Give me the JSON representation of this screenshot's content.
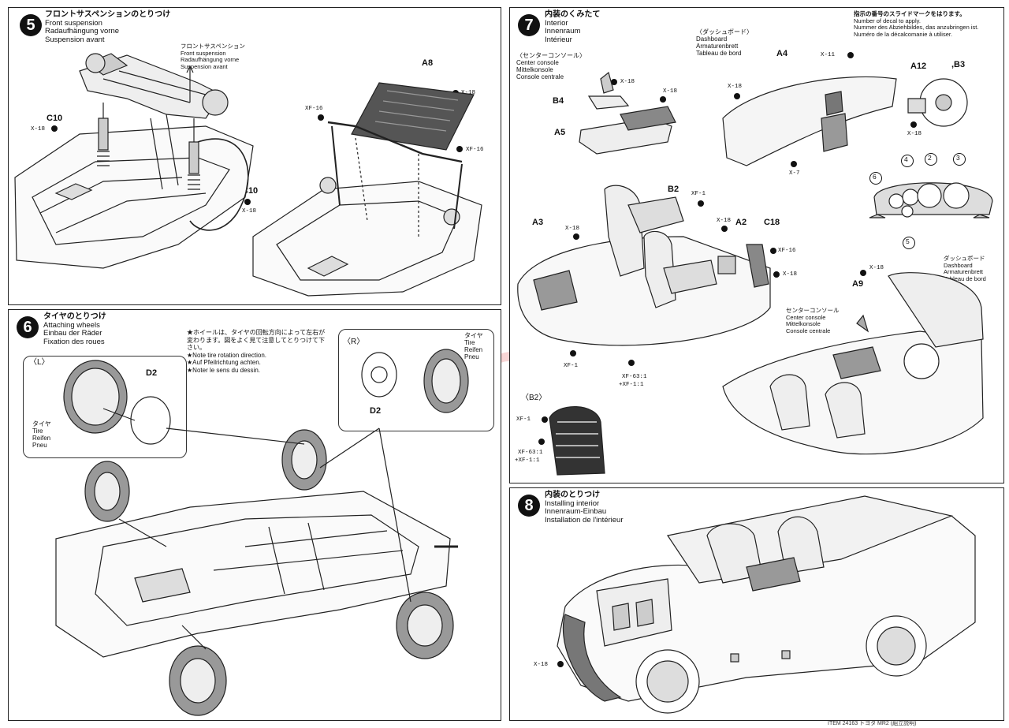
{
  "watermark": "modelartik.cz",
  "step5": {
    "number": "5",
    "title_jp": "フロントサスペンションのとりつけ",
    "title_en": "Front suspension",
    "title_de": "Radaufhängung vorne",
    "title_fr": "Suspension avant",
    "callout_jp": "フロントサスペンション",
    "callout_en": "Front suspension",
    "callout_de": "Radaufhängung vorne",
    "callout_fr": "Suspension avant",
    "parts": {
      "c10_left": "C10",
      "x18_left": "X-18",
      "c10_right": "C10",
      "x18_right": "X-18",
      "a8": "A8",
      "x18_a8": "X-18",
      "xf16_left": "XF-16",
      "xf16_right": "XF-16"
    }
  },
  "step6": {
    "number": "6",
    "title_jp": "タイヤのとりつけ",
    "title_en": "Attaching wheels",
    "title_de": "Einbau der Räder",
    "title_fr": "Fixation des roues",
    "note_jp": "★ホイールは、タイヤの回転方向によって左右が変わります。図をよく見て注意してとりつけて下さい。",
    "note_en": "★Note tire rotation direction.",
    "note_de": "★Auf Pfeilrichtung achten.",
    "note_fr": "★Noter le sens du dessin.",
    "left_label": "〈L〉",
    "right_label": "〈R〉",
    "d2_left": "D2",
    "d2_right": "D2",
    "tire_jp": "タイヤ",
    "tire_en": "Tire",
    "tire_de": "Reifen",
    "tire_fr": "Pneu",
    "tire2_jp": "タイヤ",
    "tire2_en": "Tire",
    "tire2_de": "Reifen",
    "tire2_fr": "Pneu"
  },
  "step7": {
    "number": "7",
    "title_jp": "内装のくみたて",
    "title_en": "Interior",
    "title_de": "Innenraum",
    "title_fr": "Intérieur",
    "decal_note_jp": "指示の番号のスライドマークをはります。",
    "decal_note_en": "Number of decal to apply.",
    "decal_note_de": "Nummer des Abziehbildes, das anzubringen ist.",
    "decal_note_fr": "Numéro de la décalcomanie à utiliser.",
    "console_jp": "〈センターコンソール〉",
    "console_en": "Center console",
    "console_de": "Mittelkonsole",
    "console_fr": "Console centrale",
    "dash_jp": "〈ダッシュボード〉",
    "dash_en": "Dashboard",
    "dash_de": "Armaturenbrett",
    "dash_fr": "Tableau de bord",
    "parts": {
      "b4": "B4",
      "a5": "A5",
      "x18_b4": "X-18",
      "x18_a5": "X-18",
      "a4": "A4",
      "x11": "X-11",
      "x18_a4": "X-18",
      "x7": "X-7",
      "a12": "A12",
      "b3": ",B3",
      "x18_wheel": "X-18",
      "b2": "B2",
      "xf1_seat": "XF-1",
      "x18_a3": "X-18",
      "a3": "A3",
      "x18_a2": "X-18",
      "a2": "A2",
      "c18": "C18",
      "xf16": "XF-16",
      "x18_c18": "X-18",
      "xf1_tub": "XF-1",
      "mix_a": "XF-63:1",
      "mix_b": "+XF-1:1",
      "a9": "A9",
      "x18_a9": "X-18"
    },
    "decal_numbers": [
      "6",
      "4",
      "2",
      "3",
      "5"
    ],
    "b2_box": {
      "label": "〈B2〉",
      "xf1": "XF-1",
      "mix_a": "XF-63:1",
      "mix_b": "+XF-1:1"
    },
    "console2_jp": "センターコンソール",
    "console2_en": "Center console",
    "console2_de": "Mittelkonsole",
    "console2_fr": "Console centrale",
    "dash2_jp": "ダッシュボード",
    "dash2_en": "Dashboard",
    "dash2_de": "Armaturenbrett",
    "dash2_fr": "Tableau de bord"
  },
  "step8": {
    "number": "8",
    "title_jp": "内装のとりつけ",
    "title_en": "Installing interior",
    "title_de": "Innenraum-Einbau",
    "title_fr": "Installation de l'intérieur",
    "x18": "X-18"
  },
  "footer": "ITEM 24163 トヨタ MR2 (組立説明)"
}
